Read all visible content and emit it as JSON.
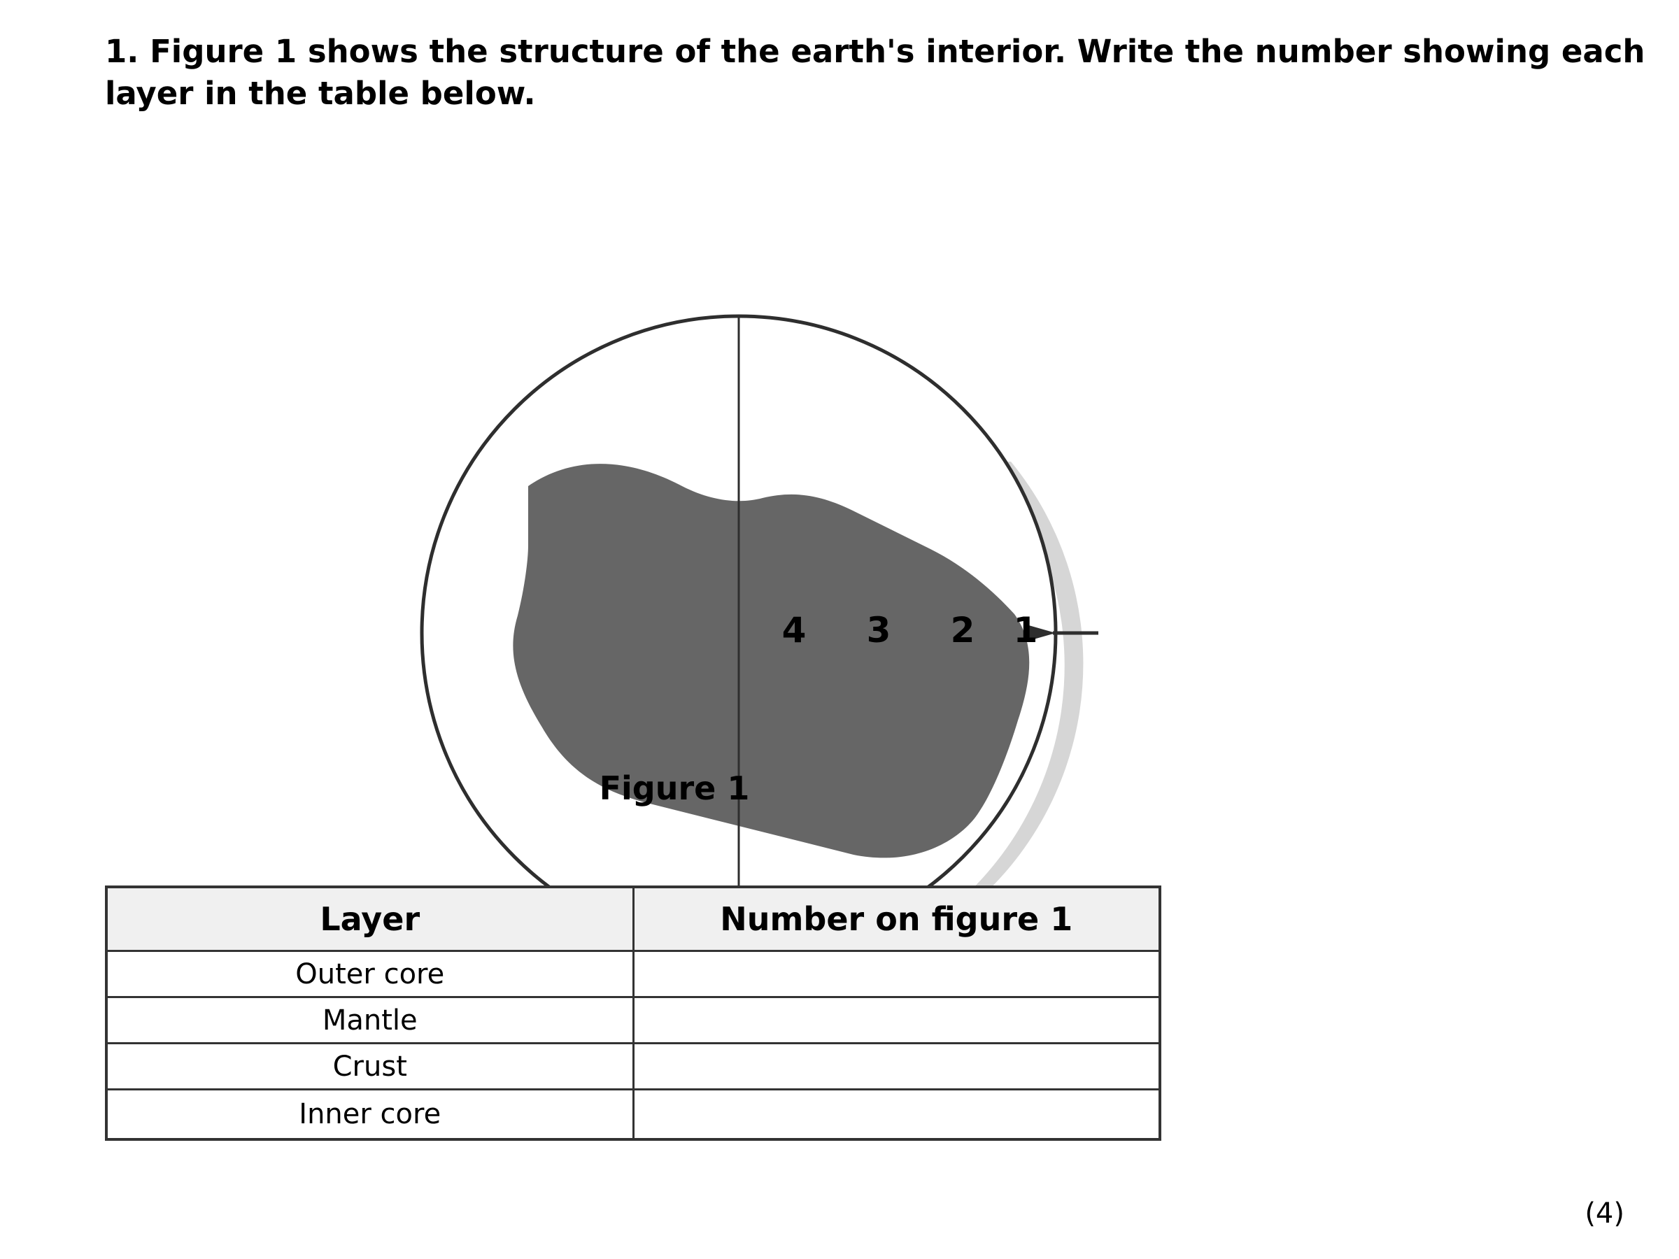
{
  "question": {
    "text": "1. Figure 1 shows the structure of the earth's interior. Write the number showing each layer in the table below."
  },
  "figure": {
    "caption": "Figure 1",
    "layer_numbers": [
      "4",
      "3",
      "2",
      "1"
    ]
  },
  "table": {
    "headers": [
      "Layer",
      "Number on figure 1"
    ],
    "rows": [
      {
        "layer": "Outer core",
        "number": ""
      },
      {
        "layer": "Mantle",
        "number": ""
      },
      {
        "layer": "Crust",
        "number": ""
      },
      {
        "layer": "Inner core",
        "number": ""
      }
    ]
  },
  "marks": "(4)"
}
